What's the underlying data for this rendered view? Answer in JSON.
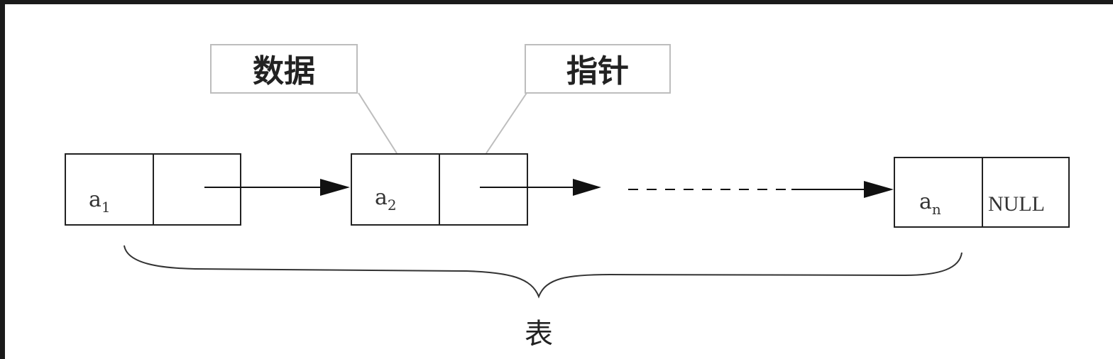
{
  "labels": {
    "data": "数据",
    "pointer": "指针",
    "table": "表"
  },
  "nodes": [
    {
      "base": "a",
      "sub": "1"
    },
    {
      "base": "a",
      "sub": "2"
    },
    {
      "base": "a",
      "sub": "n",
      "next": "NULL"
    }
  ]
}
